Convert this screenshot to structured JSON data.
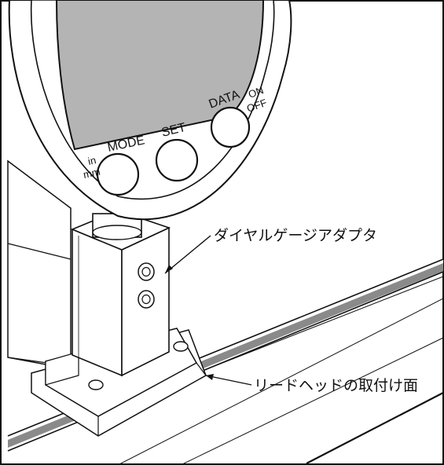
{
  "gauge": {
    "mode_label": "MODE",
    "in_label": "in",
    "mm_label": "mm",
    "set_label": "SET",
    "data_label": "DATA",
    "on_label": "ON",
    "off_label": "OFF"
  },
  "callouts": {
    "adapter": "ダイヤルゲージアダプタ",
    "mounting_surface": "リードヘッドの取付け面"
  },
  "colors": {
    "display": "#b4b4b4",
    "rail_stripe": "#8a8a8a",
    "line": "#111111"
  }
}
